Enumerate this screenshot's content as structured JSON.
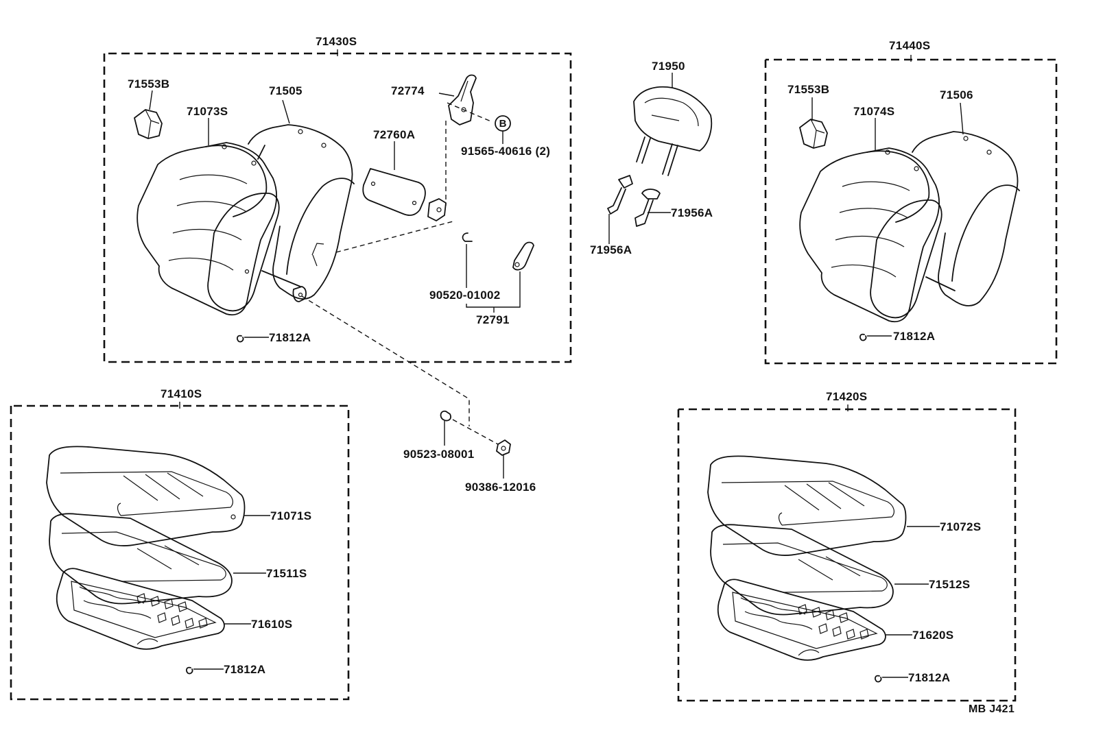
{
  "diagram": {
    "groups": {
      "seatback_left": "71430S",
      "seatback_right": "71440S",
      "cushion_left": "71410S",
      "cushion_right": "71420S"
    },
    "parts": {
      "p71553B_left": "71553B",
      "p71073S": "71073S",
      "p71505": "71505",
      "p72774": "72774",
      "p91565": "91565-40616 (2)",
      "p72760A": "72760A",
      "p90520": "90520-01002",
      "p72791": "72791",
      "p71812A_1": "71812A",
      "p71950": "71950",
      "p71956A_right": "71956A",
      "p71956A_left": "71956A",
      "p71553B_right": "71553B",
      "p71074S": "71074S",
      "p71506": "71506",
      "p71812A_2": "71812A",
      "p90523": "90523-08001",
      "p90386": "90386-12016",
      "p71071S": "71071S",
      "p71511S": "71511S",
      "p71610S": "71610S",
      "p71812A_3": "71812A",
      "p71072S": "71072S",
      "p71512S": "71512S",
      "p71620S": "71620S",
      "p71812A_4": "71812A"
    },
    "ref_marker": "B",
    "drawing_code": "MB J421"
  }
}
